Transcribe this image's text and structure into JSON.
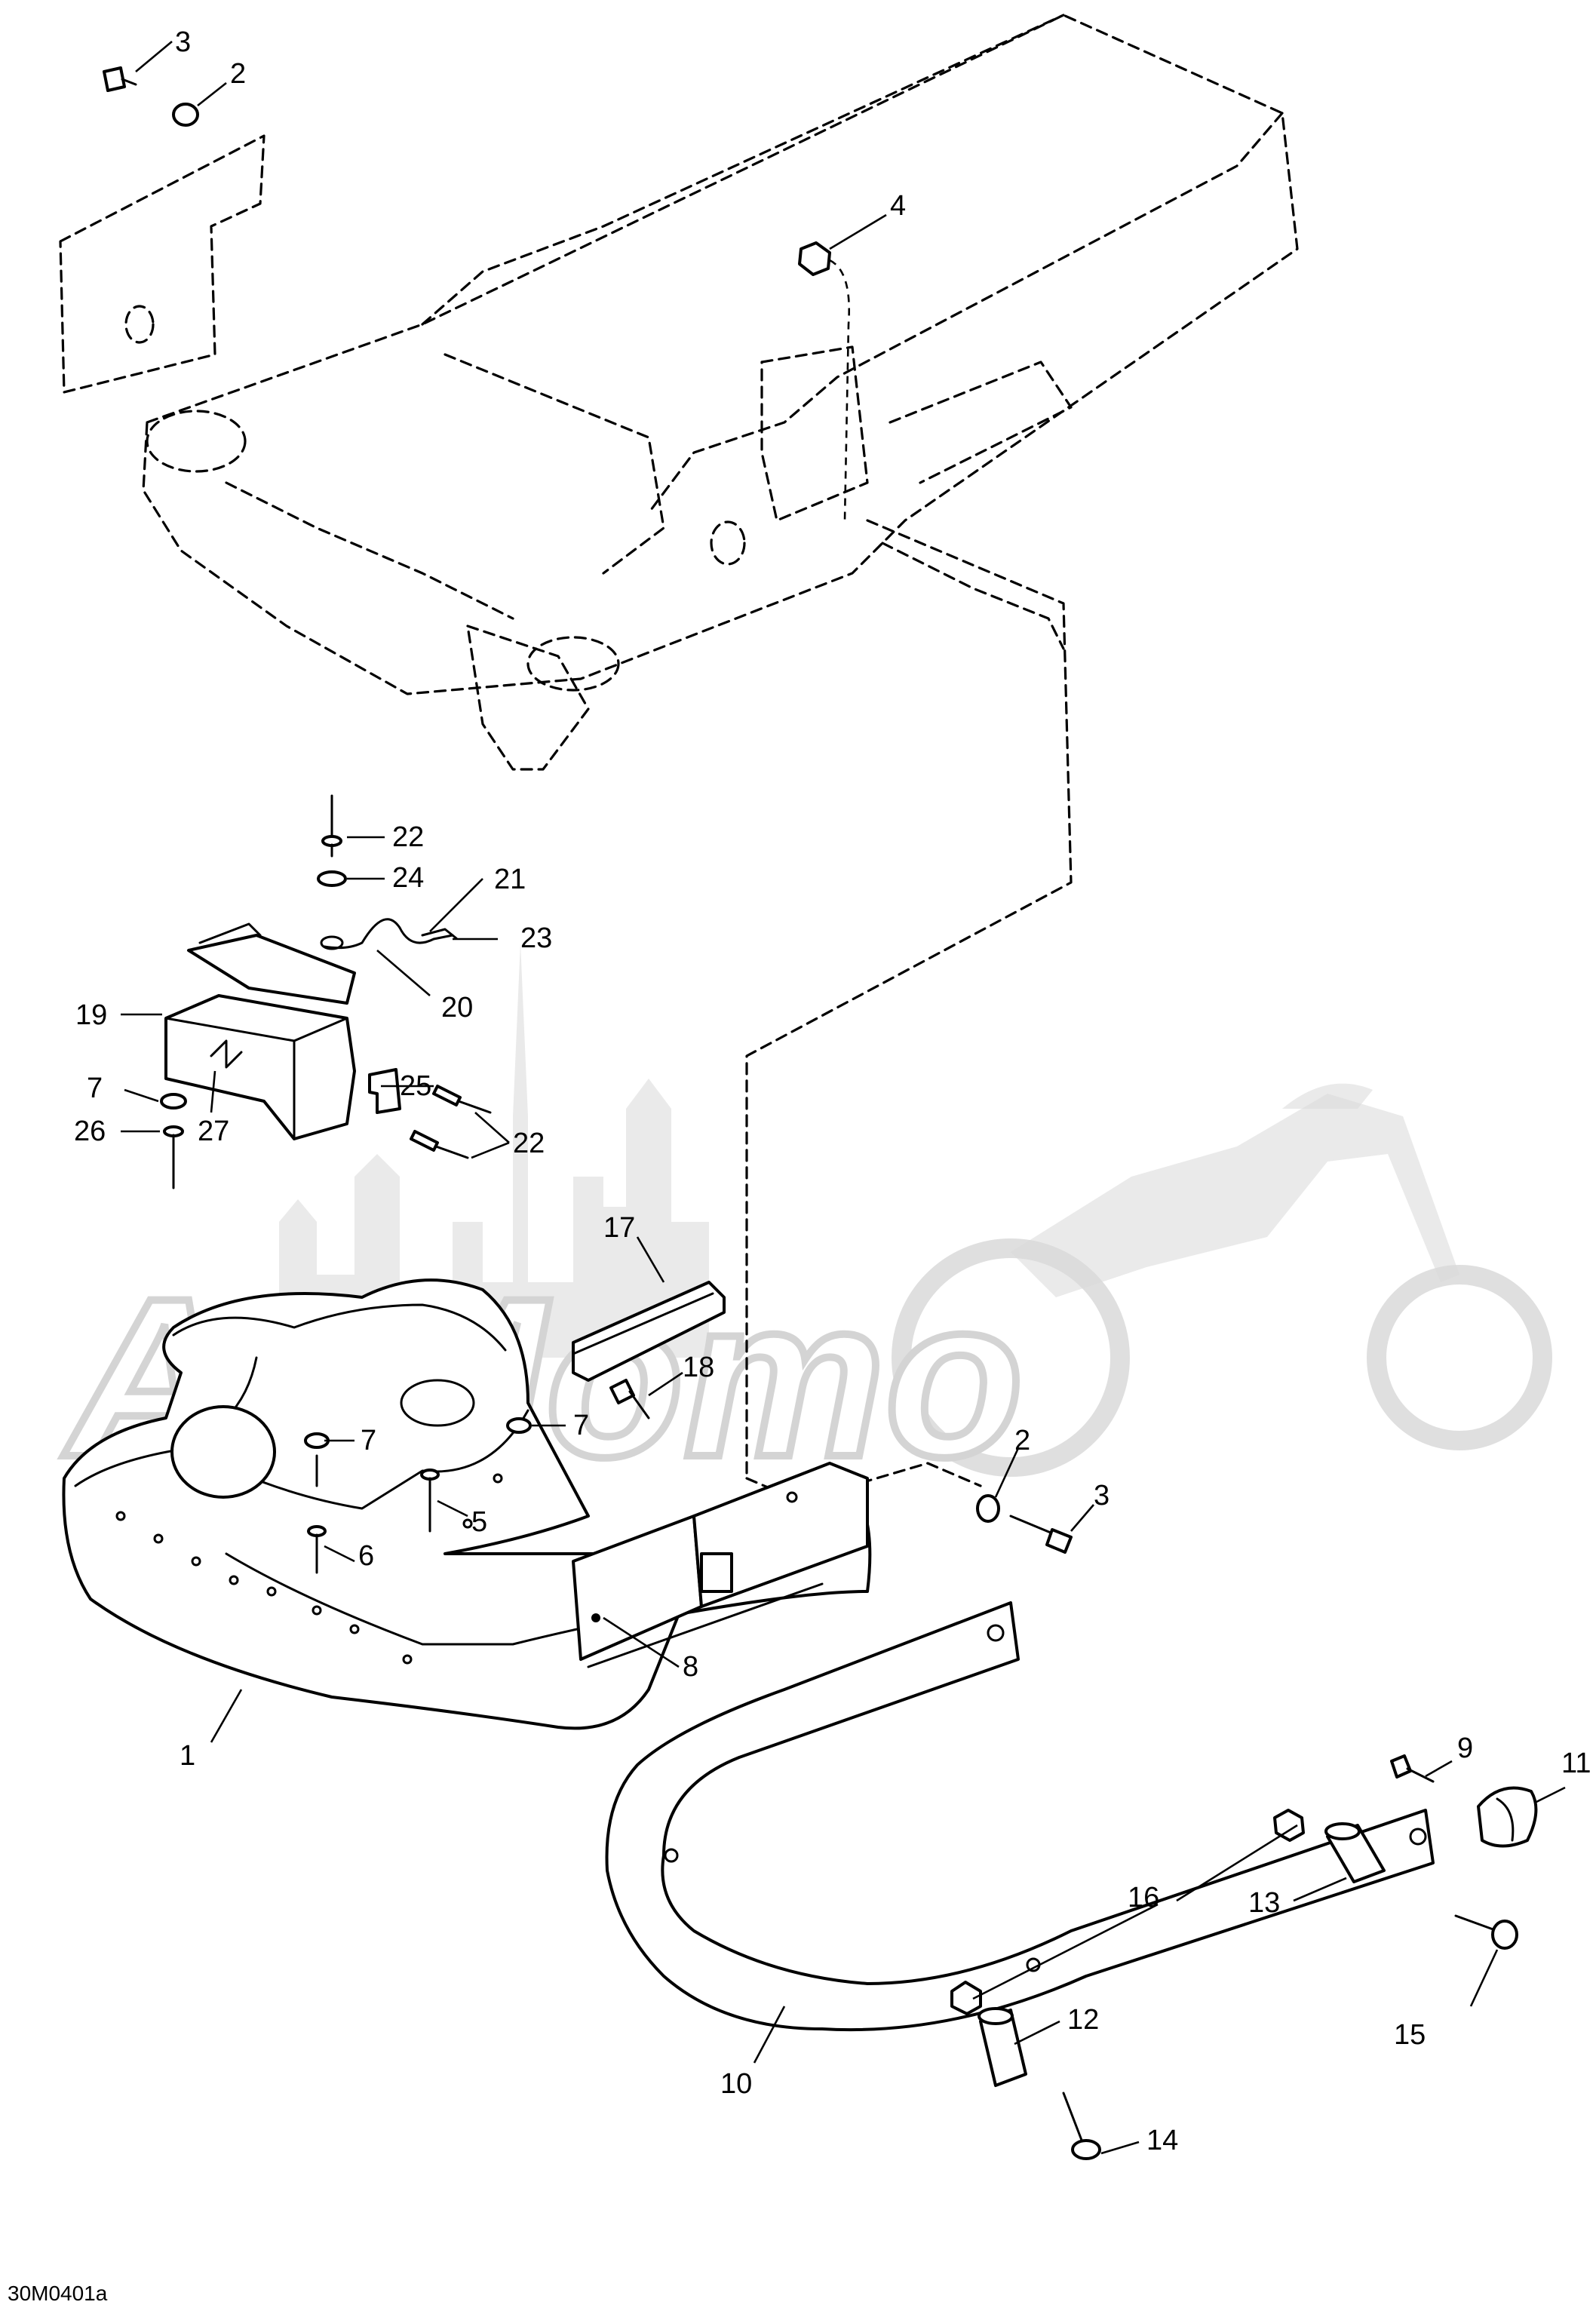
{
  "diagram_id": "30M0401a",
  "watermark": "AeMomo",
  "callouts": {
    "c1": "1",
    "c2a": "2",
    "c2b": "2",
    "c3a": "3",
    "c3b": "3",
    "c4": "4",
    "c5": "5",
    "c6": "6",
    "c7a": "7",
    "c7b": "7",
    "c7c": "7",
    "c8": "8",
    "c9": "9",
    "c10": "10",
    "c11": "11",
    "c12": "12",
    "c13": "13",
    "c14": "14",
    "c15": "15",
    "c16": "16",
    "c17": "17",
    "c18": "18",
    "c19": "19",
    "c20": "20",
    "c21": "21",
    "c22a": "22",
    "c22b": "22",
    "c23": "23",
    "c24": "24",
    "c25": "25",
    "c26": "26",
    "c27": "27"
  }
}
